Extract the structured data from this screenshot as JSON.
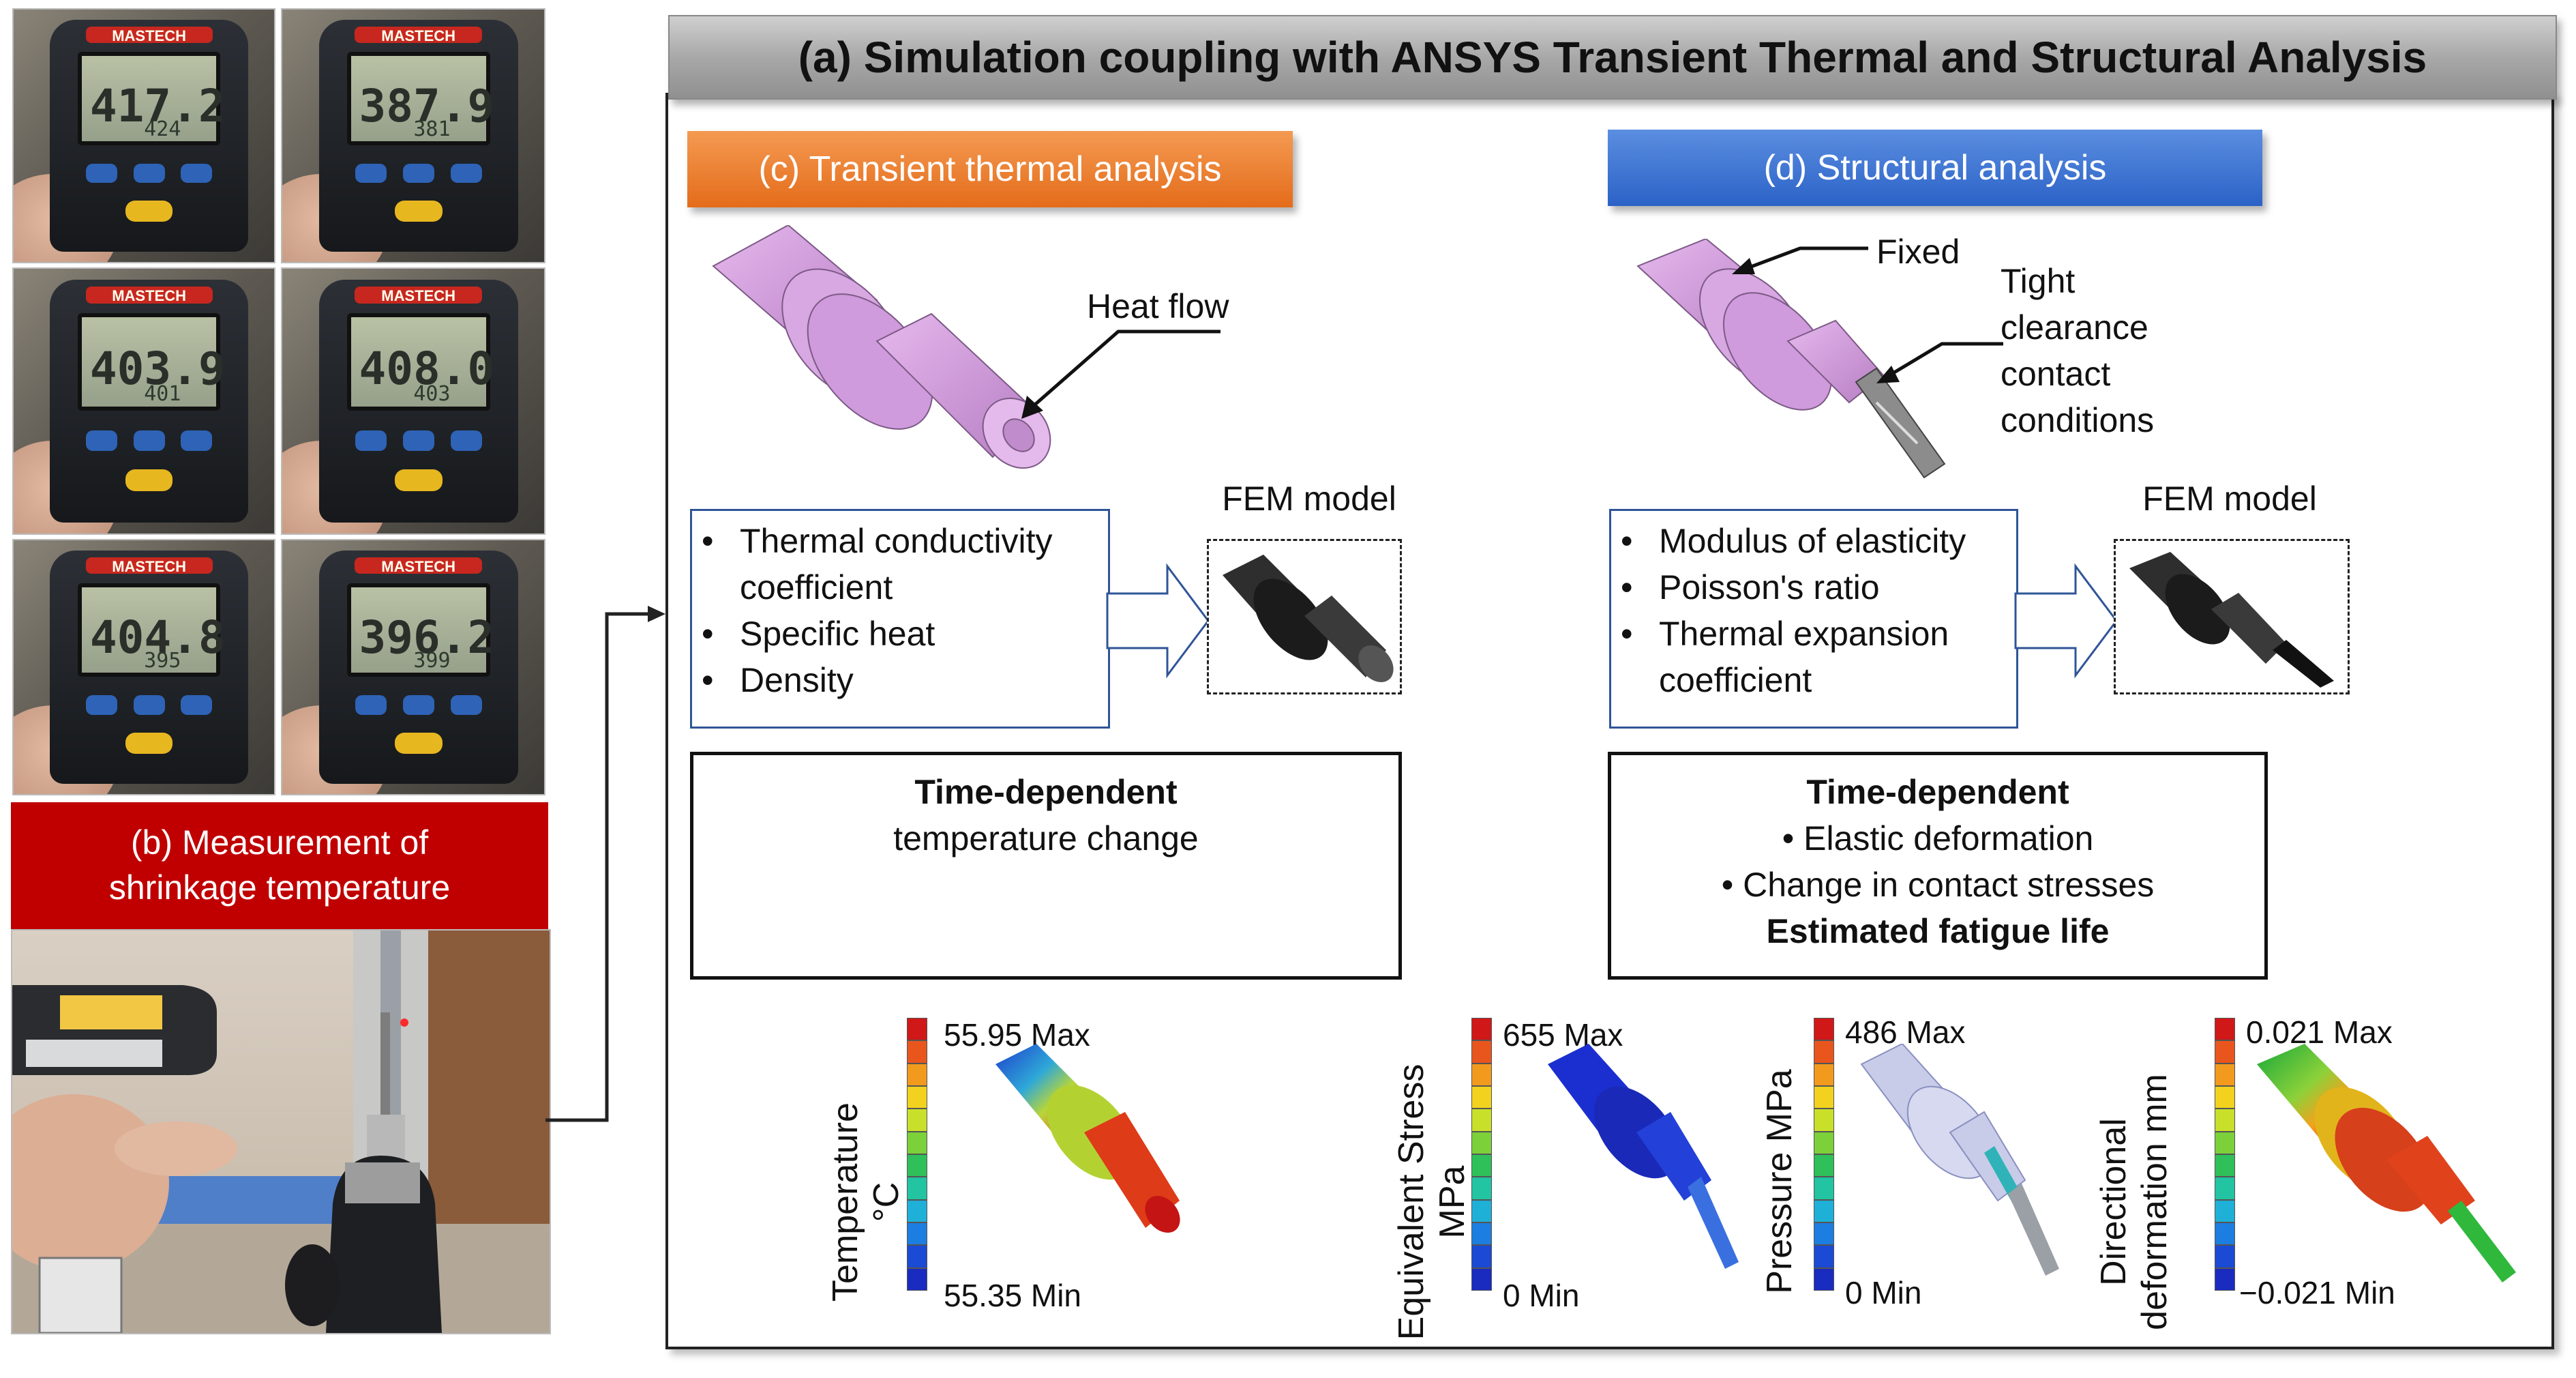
{
  "banner": "(a) Simulation coupling with ANSYS Transient Thermal and Structural Analysis",
  "measurement": {
    "label_line1": "(b) Measurement  of",
    "label_line2": "shrinkage temperature",
    "meters": [
      {
        "reading": "417.2",
        "sub": "424"
      },
      {
        "reading": "387.9",
        "sub": "381"
      },
      {
        "reading": "403.9",
        "sub": "401"
      },
      {
        "reading": "408.0",
        "sub": "403"
      },
      {
        "reading": "404.8",
        "sub": "395"
      },
      {
        "reading": "396.2",
        "sub": "399"
      }
    ],
    "meter_brand": "MASTECH"
  },
  "thermal": {
    "title": "(c) Transient thermal analysis",
    "heat_flow": "Heat flow",
    "properties": [
      "Thermal  conductivity",
      "coefficient",
      "Specific heat",
      "Density"
    ],
    "fem_label": "FEM model",
    "result_bold": "Time-dependent",
    "result_line": "temperature  change",
    "legend": {
      "label": "Temperature",
      "unit": "°C",
      "max": "55.95 Max",
      "min": "55.35 Min"
    }
  },
  "structural": {
    "title": "(d) Structural analysis",
    "fixed": "Fixed",
    "contact": [
      "Tight",
      "clearance",
      "contact",
      "conditions"
    ],
    "properties": [
      "Modulus  of elasticity",
      "Poisson's ratio",
      "Thermal expansion",
      "coefficient"
    ],
    "fem_label": "FEM model",
    "result_bold": "Time-dependent",
    "result_items": [
      "Elastic  deformation",
      "Change  in contact stresses"
    ],
    "result_bold2": "Estimated fatigue life",
    "legends": [
      {
        "label": "Equivalent  Stress",
        "unit": "MPa",
        "max": "655 Max",
        "min": "0 Min"
      },
      {
        "label": "Pressure MPa",
        "unit": "",
        "max": "486 Max",
        "min": "0 Min"
      },
      {
        "label": "Directional",
        "unit": "deformation mm",
        "max": "0.021 Max",
        "min": "−0.021 Min"
      }
    ]
  },
  "colors": {
    "orange": "#e46c1a",
    "blue": "#2b62c7",
    "red": "#c00000",
    "holder_pink": "#d9a6e4"
  },
  "bullet": "•",
  "icons": [
    "arrow-icon",
    "tool-holder-icon",
    "fem-mesh-icon",
    "color-legend-icon"
  ]
}
